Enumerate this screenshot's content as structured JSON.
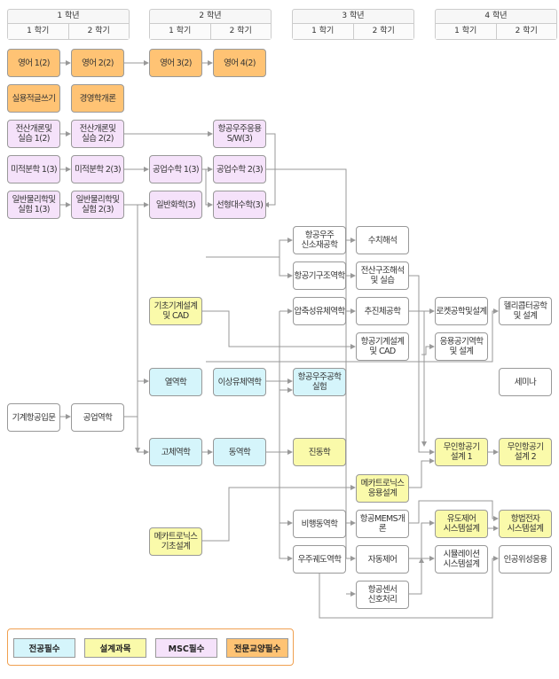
{
  "header": [
    {
      "year": "1 학년",
      "sem1": "1 학기",
      "sem2": "2 학기"
    },
    {
      "year": "2 학년",
      "sem1": "1 학기",
      "sem2": "2 학기"
    },
    {
      "year": "3 학년",
      "sem1": "1 학기",
      "sem2": "2 학기"
    },
    {
      "year": "4 학년",
      "sem1": "1 학기",
      "sem2": "2 학기"
    }
  ],
  "courses": {
    "eng1": "영어 1(2)",
    "eng2": "영어 2(2)",
    "eng3": "영어 3(2)",
    "eng4": "영어 4(2)",
    "writing": "실용적글쓰기",
    "mgmt": "경영학개론",
    "comp1": "전산개론및\n실습 1(2)",
    "comp2": "전산개론및\n실습 2(2)",
    "aesw": "항공우주응용\nS/W(3)",
    "calc1": "미적분학 1(3)",
    "calc2": "미적분학 2(3)",
    "emath1": "공업수학 1(3)",
    "emath2": "공업수학 2(3)",
    "phys1": "일반물리학및\n실험 1(3)",
    "phys2": "일반물리학및\n실험 2(3)",
    "chem": "일반화학(3)",
    "linalg": "선형대수학(3)",
    "material": "항공우주\n신소재공학",
    "numeric": "수치해석",
    "structure": "항공기구조역학",
    "compstruct": "전산구조해석\n및 실습",
    "basicdesign": "기초기계설계\n및 CAD",
    "compressible": "압축성유체역학",
    "propulsion": "추진체공학",
    "rocket": "로켓공학및설계",
    "heli": "헬리콥터공학\n및 설계",
    "aircad": "항공기계설계\n및 CAD",
    "appaero": "응용공기역학\n및 설계",
    "thermo": "열역학",
    "ideal": "이상유체역학",
    "aelab": "항공우주공학\n실험",
    "seminar": "세미나",
    "intro": "기계항공입문",
    "engmech": "공업역학",
    "solid": "고체역학",
    "dynamics": "동역학",
    "vibration": "진동학",
    "uav1": "무인항공기\n설계 1",
    "uav2": "무인항공기\n설계 2",
    "mechapp": "메카트로닉스\n응용설계",
    "mechbasic": "메카트로닉스\n기초설계",
    "flightdyn": "비행동역학",
    "mems": "항공MEMS개론",
    "guidance": "유도제어\n시스템설계",
    "navelec": "항법전자\n시스템설계",
    "orbit": "우주궤도역학",
    "control": "자동제어",
    "simulation": "시뮬레이션\n시스템설계",
    "satellite": "인공위성응용",
    "sensor": "항공센서\n신호처리"
  },
  "legend": {
    "major": "전공필수",
    "design": "설계과목",
    "msc": "MSC필수",
    "liberal": "전문교양필수"
  },
  "colors": {
    "major": "#d5f5fb",
    "design": "#fafaaa",
    "msc": "#f5e2fa",
    "liberal": "#ffc374"
  }
}
